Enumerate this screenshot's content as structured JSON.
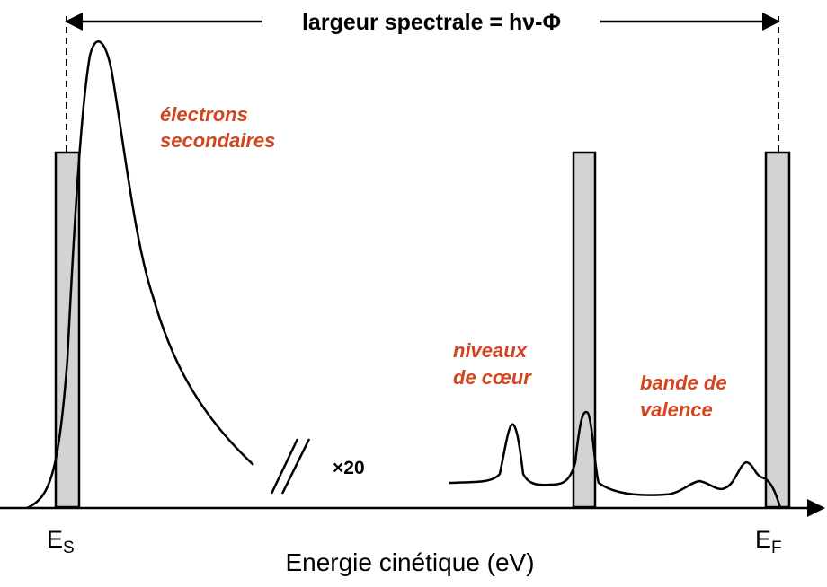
{
  "title": {
    "text": "largeur spectrale = hν-Φ"
  },
  "axis": {
    "xlabel": "Energie cinétique (eV)"
  },
  "edges": {
    "left": {
      "main": "E",
      "sub": "S"
    },
    "right": {
      "main": "E",
      "sub": "F"
    }
  },
  "labels": {
    "secondary": [
      "électrons",
      "secondaires"
    ],
    "core": [
      "niveaux",
      "de cœur"
    ],
    "valence": [
      "bande de",
      "valence"
    ],
    "magnification": "×20"
  },
  "colors": {
    "annotation": "#d2451e",
    "bar_fill": "#d3d3d3",
    "line": "#000000"
  }
}
